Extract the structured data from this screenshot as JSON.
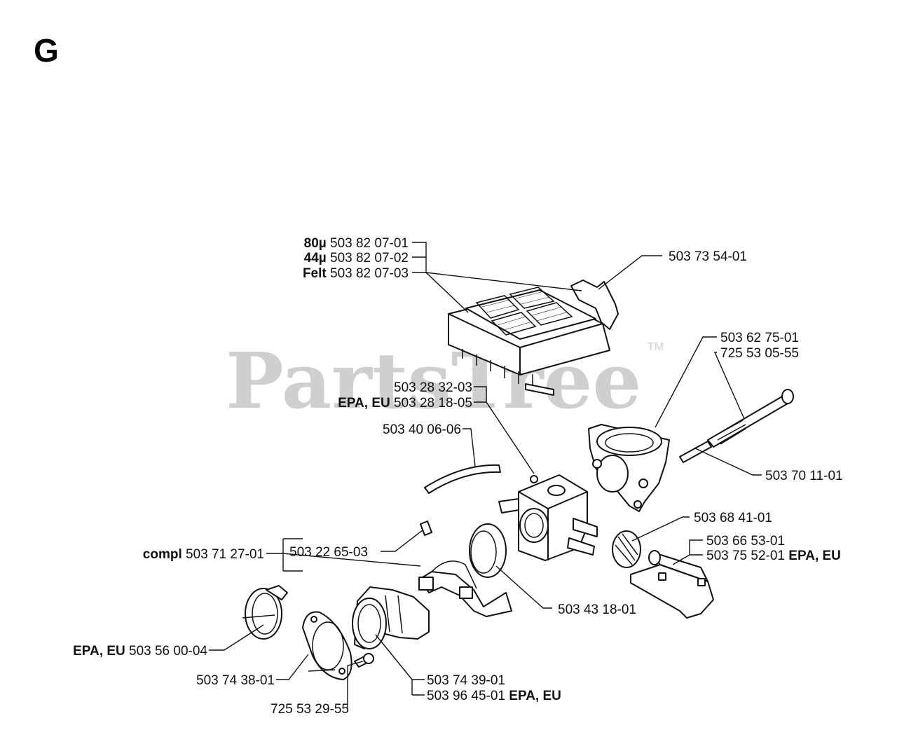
{
  "section_letter": "G",
  "watermark": {
    "text": "PartsTree",
    "tm": "TM"
  },
  "labels": {
    "filter_80": {
      "bold": "80µ",
      "part": "503 82 07-01"
    },
    "filter_44": {
      "bold": "44µ",
      "part": "503 82 07-02"
    },
    "filter_felt": {
      "bold": "Felt",
      "part": "503 82 07-03"
    },
    "cover": {
      "part": "503 73 54-01"
    },
    "gasket_top": {
      "part": "503 62 75-01"
    },
    "bolt": {
      "part": "725 53 05-55"
    },
    "carb_a": {
      "part": "503 28 32-03"
    },
    "carb_b": {
      "bold": "EPA, EU",
      "part": "503 28 18-05"
    },
    "hose": {
      "part": "503 40 06-06"
    },
    "sleeve": {
      "part": "503 70 11-01"
    },
    "fitting": {
      "part": "503 68 41-01"
    },
    "plate_a": {
      "part": "503 66 53-01"
    },
    "plate_b": {
      "part": "503 75 52-01",
      "suffix": "EPA, EU"
    },
    "compl": {
      "bold": "compl",
      "part": "503 71 27-01"
    },
    "nut": {
      "part": "503 22 65-03"
    },
    "ring": {
      "part": "503 43 18-01"
    },
    "clamp": {
      "bold": "EPA, EU",
      "part": "503 56 00-04"
    },
    "flange": {
      "part": "503 74 38-01"
    },
    "intake_a": {
      "part": "503 74 39-01"
    },
    "intake_b": {
      "part": "503 96 45-01",
      "suffix": "EPA, EU"
    },
    "screw": {
      "part": "725 53 29-55"
    }
  }
}
